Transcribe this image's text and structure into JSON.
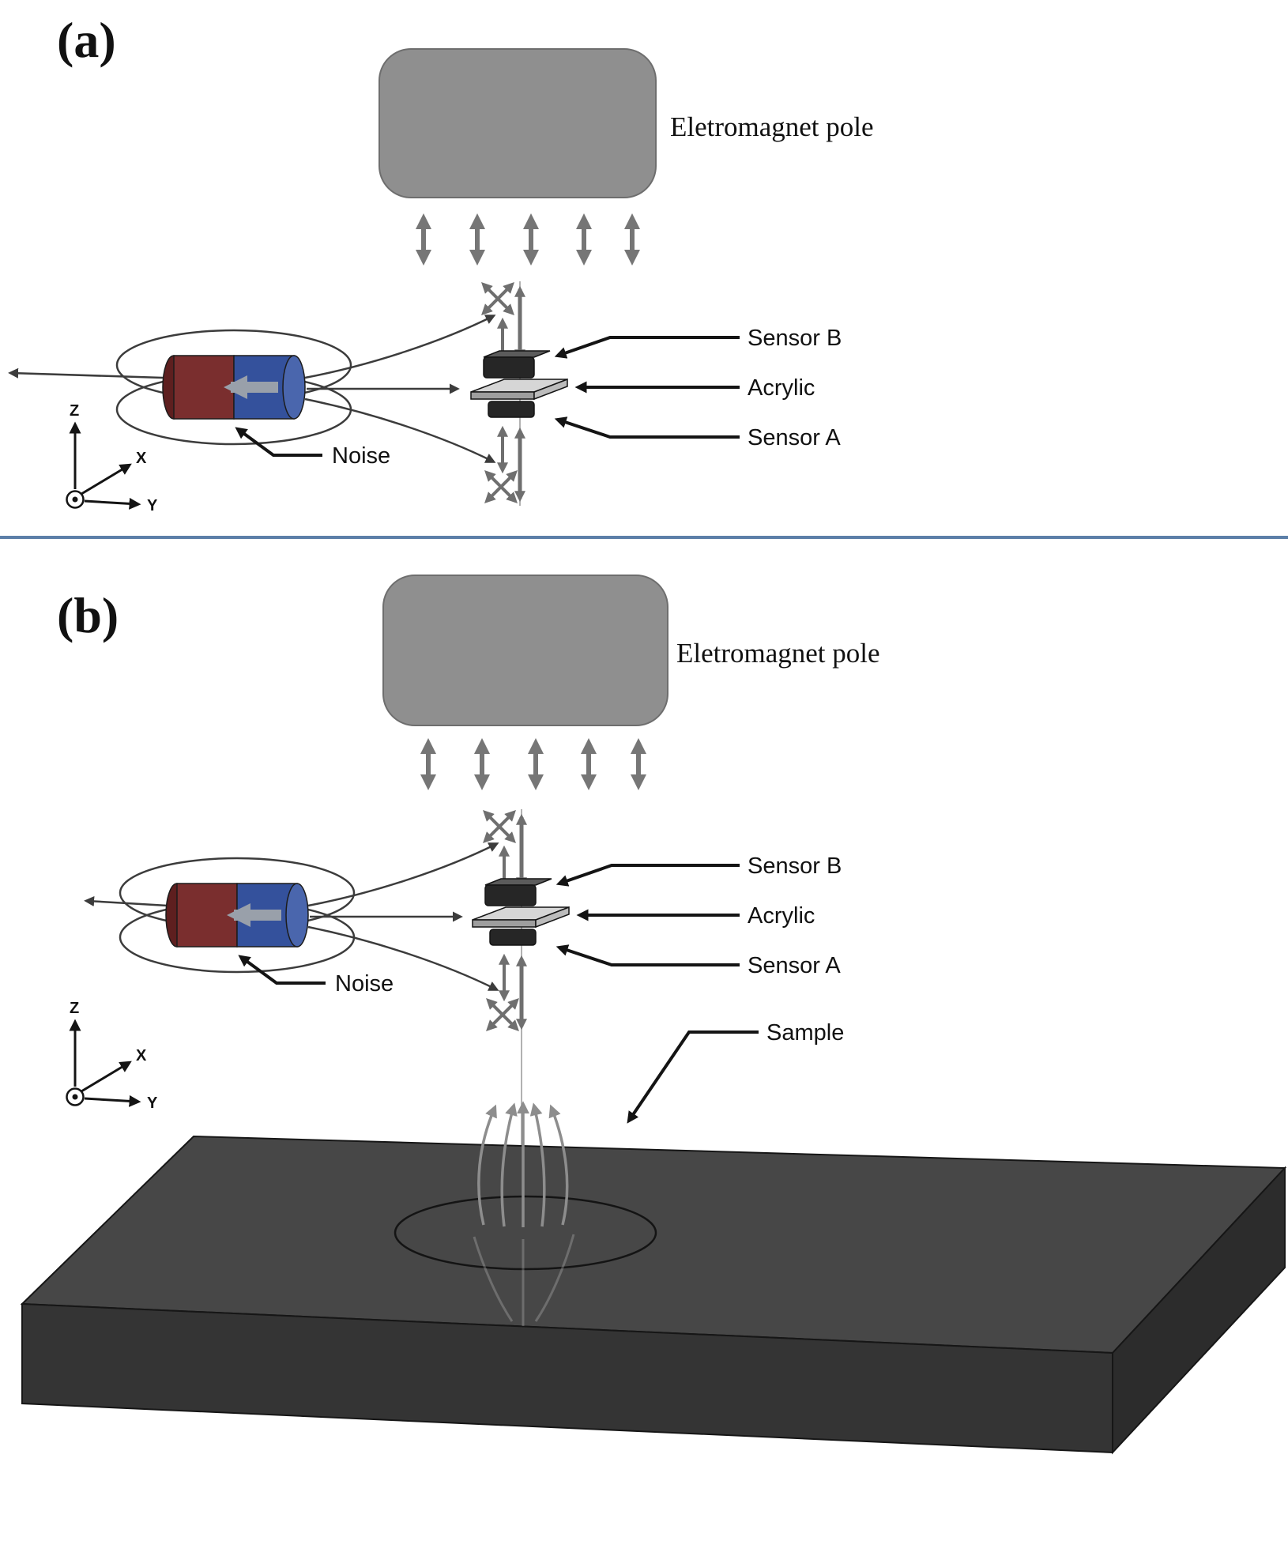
{
  "panel_a": {
    "label": "(a)",
    "electromagnet": "Eletromagnet pole",
    "sensor_b": "Sensor B",
    "acrylic": "Acrylic",
    "sensor_a": "Sensor A",
    "noise": "Noise",
    "axis_z": "Z",
    "axis_x": "X",
    "axis_y": "Y"
  },
  "panel_b": {
    "label": "(b)",
    "electromagnet": "Eletromagnet pole",
    "sensor_b": "Sensor B",
    "acrylic": "Acrylic",
    "sensor_a": "Sensor A",
    "noise": "Noise",
    "sample": "Sample",
    "axis_z": "Z",
    "axis_x": "X",
    "axis_y": "Y"
  },
  "colors": {
    "pole_fill": "#8f8f8f",
    "magnet_red": "#7a2e2e",
    "magnet_red_dark": "#5e1f1f",
    "magnet_blue": "#34519c",
    "magnet_blue_light": "#4a66ad",
    "sample_top": "#474747",
    "sample_front": "#343434",
    "sample_side": "#2c2c2c",
    "divider": "#5c7fa8",
    "arrow_gray": "#767676"
  }
}
